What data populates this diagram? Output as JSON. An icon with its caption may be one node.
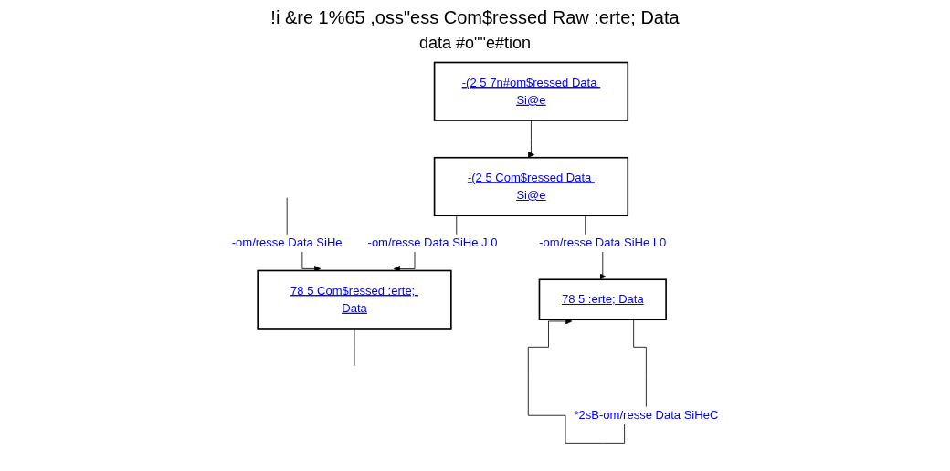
{
  "diagram": {
    "title": "!i &re 1%65 ,oss\"ess Com$ressed Raw :erte; Data",
    "nodes": [
      {
        "text": [
          "-(2 5 7n#om$ressed Data Si@e"
        ]
      },
      {
        "text": [
          "-(2 5 Com$ressed Data Si@e"
        ]
      },
      {
        "text": [
          "78 5 Com$ressed :erte; Data"
        ]
      },
      {
        "text": [
          "78 5 :erte; Data"
        ]
      }
    ],
    "edges": [
      {
        "from": 0,
        "to": 1,
        "arrow": "to"
      },
      {
        "from": 1,
        "to": 2,
        "arrow": "to",
        "label": "-om/resse Data SiHe J 0"
      },
      {
        "from": 1,
        "to": 3,
        "arrow": "to",
        "label": "-om/resse Data SiHe I 0"
      },
      {
        "from": null,
        "to": 2,
        "arrow": "to",
        "label": "-om/resse Data SiHe"
      },
      {
        "from": 3,
        "to": 3,
        "arrow": "to",
        "label": "*2sB-om/resse Data SiHeC"
      },
      {
        "from": 2,
        "to": null,
        "arrow": "none"
      }
    ],
    "labels": [
      "data #o\"\"e#tion"
    ]
  }
}
